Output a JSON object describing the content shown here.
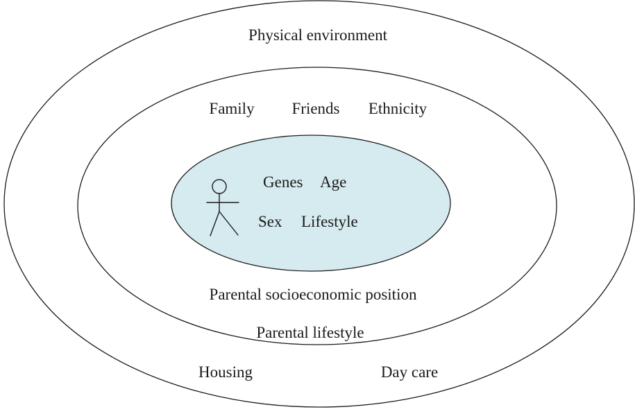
{
  "colors": {
    "core_fill": "#d6ebf0",
    "line": "#1a1a1a",
    "background": "#ffffff"
  },
  "outer_ring": {
    "top_label": "Physical environment",
    "bottom_left_label": "Housing",
    "bottom_right_label": "Day care"
  },
  "middle_ring": {
    "labels": [
      "Family",
      "Friends",
      "Ethnicity"
    ],
    "bottom_label_1": "Parental socioeconomic position",
    "bottom_label_2": "Parental lifestyle"
  },
  "core": {
    "icon": "person-stick-figure-icon",
    "line1_a": "Genes",
    "line1_b": "Age",
    "line2_a": "Sex",
    "line2_b": "Lifestyle"
  }
}
